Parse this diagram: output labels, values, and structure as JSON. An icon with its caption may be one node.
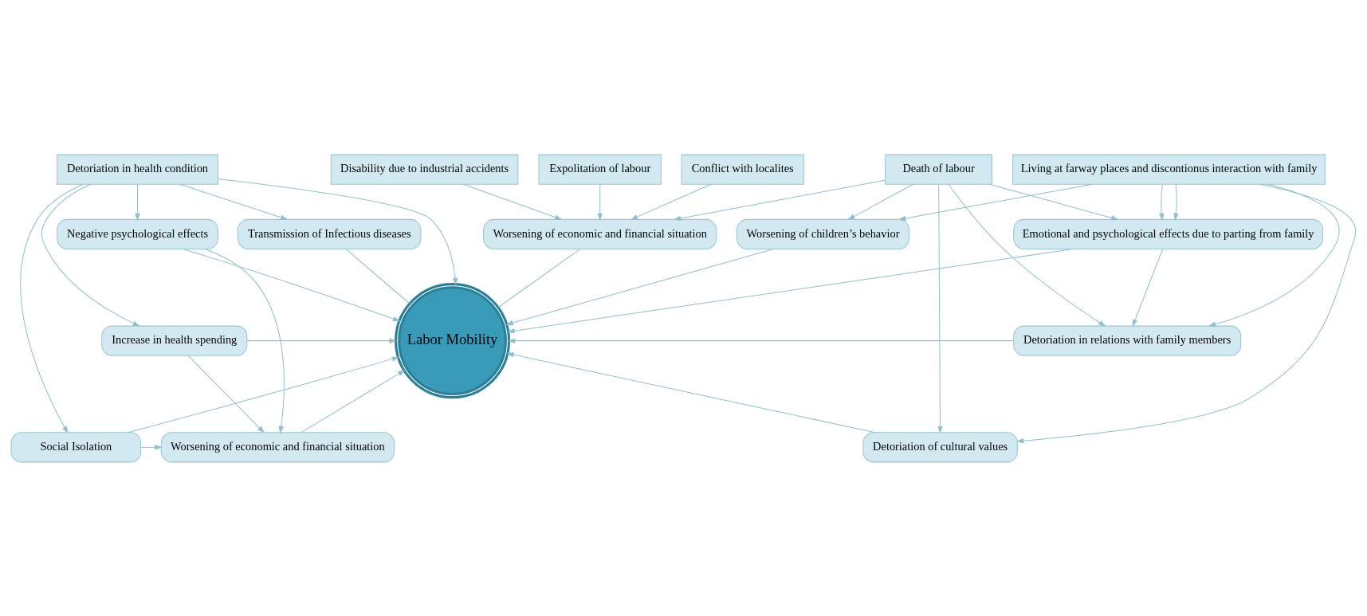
{
  "diagram": {
    "nodes": [
      {
        "text": [
          "Detoriation in health condition"
        ]
      },
      {
        "text": [
          "Disability due to industrial accidents"
        ]
      },
      {
        "text": [
          "Death of labour"
        ]
      },
      {
        "text": [
          "Expolitation of labour"
        ]
      },
      {
        "text": [
          "Conflict with localites"
        ]
      },
      {
        "text": [
          "Living at farway places and discontionus interaction with family"
        ]
      },
      {
        "text": [
          "Transmission of Infectious diseases"
        ]
      },
      {
        "text": [
          "Worsening of economic and financial situation"
        ]
      },
      {
        "text": [
          "Emotional and psychological effects due to parting from family"
        ]
      },
      {
        "text": [
          "Labor Mobility"
        ]
      },
      {
        "text": [
          "Increase in health spending"
        ]
      },
      {
        "text": [
          "Detoriation in relations with family members"
        ]
      },
      {
        "text": [
          "Negative psychological effects"
        ]
      },
      {
        "text": [
          "Worsening of children’s behavior"
        ]
      },
      {
        "text": [
          "Worsening of economic and financial situation"
        ]
      },
      {
        "text": [
          "Social Isolation"
        ]
      },
      {
        "text": [
          "Detoriation of cultural values"
        ]
      }
    ],
    "edges": [
      {
        "from": 1,
        "to": 7,
        "arrow": "to"
      },
      {
        "from": 2,
        "to": 7,
        "arrow": "to"
      },
      {
        "from": 3,
        "to": 7,
        "arrow": "to"
      },
      {
        "from": 4,
        "to": 7,
        "arrow": "to"
      },
      {
        "from": 7,
        "to": 9,
        "arrow": "none"
      },
      {
        "from": 0,
        "to": 9,
        "arrow": "to"
      },
      {
        "from": 6,
        "to": 9,
        "arrow": "none"
      },
      {
        "from": 0,
        "to": 6,
        "arrow": "to"
      },
      {
        "from": 0,
        "to": 10,
        "arrow": "to"
      },
      {
        "from": 0,
        "to": 12,
        "arrow": "to"
      },
      {
        "from": 0,
        "to": 15,
        "arrow": "to"
      },
      {
        "from": 10,
        "to": 9,
        "arrow": "to"
      },
      {
        "from": 12,
        "to": 9,
        "arrow": "to"
      },
      {
        "from": 15,
        "to": 9,
        "arrow": "to"
      },
      {
        "from": 10,
        "to": 14,
        "arrow": "to"
      },
      {
        "from": 12,
        "to": 14,
        "arrow": "to"
      },
      {
        "from": 15,
        "to": 14,
        "arrow": "to"
      },
      {
        "from": 14,
        "to": 9,
        "arrow": "to"
      },
      {
        "from": 5,
        "to": 8,
        "arrow": "to"
      },
      {
        "from": 8,
        "to": 11,
        "arrow": "to"
      },
      {
        "from": 8,
        "to": 9,
        "arrow": "to"
      },
      {
        "from": 11,
        "to": 9,
        "arrow": "to"
      },
      {
        "from": 13,
        "to": 9,
        "arrow": "to"
      },
      {
        "from": 16,
        "to": 9,
        "arrow": "to"
      },
      {
        "from": 2,
        "to": 8,
        "arrow": "to"
      },
      {
        "from": 2,
        "to": 11,
        "arrow": "to"
      },
      {
        "from": 2,
        "to": 13,
        "arrow": "to"
      },
      {
        "from": 2,
        "to": 16,
        "arrow": "to"
      },
      {
        "from": 5,
        "to": 8,
        "arrow": "to"
      },
      {
        "from": 5,
        "to": 11,
        "arrow": "to"
      },
      {
        "from": 5,
        "to": 13,
        "arrow": "to"
      },
      {
        "from": 5,
        "to": 16,
        "arrow": "to"
      }
    ]
  }
}
